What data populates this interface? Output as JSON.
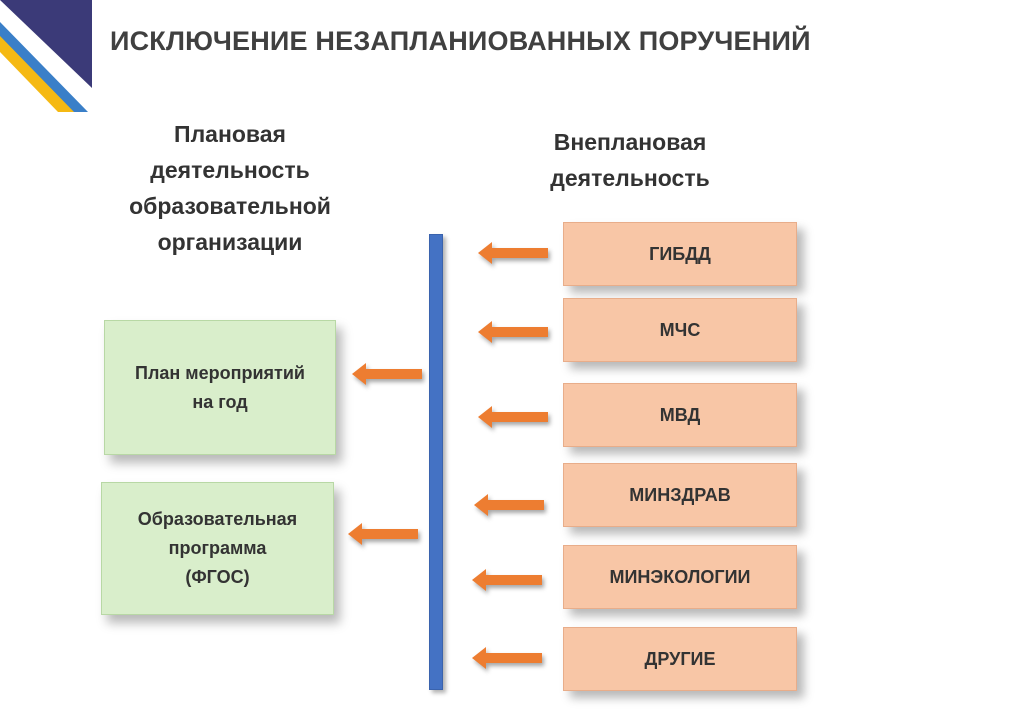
{
  "title": "ИСКЛЮЧЕНИЕ НЕЗАПЛАНИОВАННЫХ ПОРУЧЕНИЙ",
  "planned": {
    "heading_lines": [
      "Плановая",
      "деятельность",
      "образовательной",
      "организации"
    ],
    "boxes": [
      {
        "lines": [
          "План мероприятий",
          "на год"
        ]
      },
      {
        "lines": [
          "Образовательная",
          "программа",
          "(ФГОС)"
        ]
      }
    ]
  },
  "unplanned": {
    "heading_lines": [
      "Внеплановая",
      "деятельность"
    ],
    "sources": [
      "ГИБДД",
      "МЧС",
      "МВД",
      "МИНЗДРАВ",
      "МИНЭКОЛОГИИ",
      "ДРУГИЕ"
    ]
  },
  "colors": {
    "bar": "#4472c4",
    "arrow": "#ed7d31",
    "planned_box": "#d9eecb",
    "source_box": "#f8c6a6",
    "corner_navy": "#3b3a78",
    "corner_yellow": "#f5b913",
    "corner_blue": "#3a7fc8"
  },
  "icons": {
    "arrow": "left-arrow-icon",
    "corner": "corner-decoration"
  }
}
